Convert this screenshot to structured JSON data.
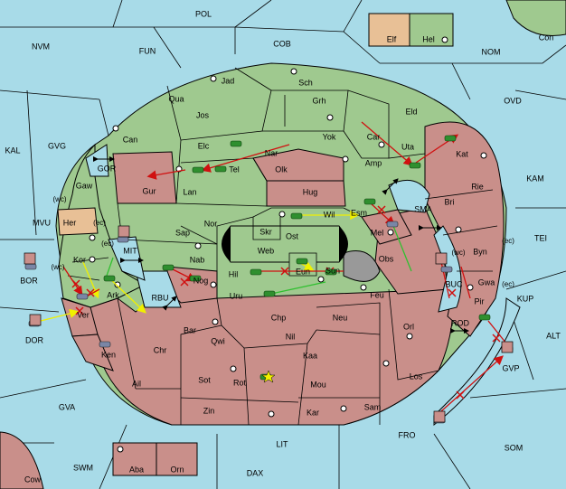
{
  "colors": {
    "sea": "#a8dbe8",
    "neutral": "#9fc98f",
    "red_power": "#c98f8a",
    "tan_power": "#e8c096",
    "supply_center": "#000000",
    "move_red": "#d01010",
    "move_yellow": "#f0f000",
    "move_green": "#30c030"
  },
  "sea_labels": {
    "pol": "POL",
    "nvm": "NVM",
    "fun": "FUN",
    "cob": "COB",
    "nom": "NOM",
    "con": "Con",
    "ovd": "OVD",
    "kal": "KAL",
    "gvg": "GVG",
    "gor": "GOR",
    "kam": "KAM",
    "sma": "SMA",
    "tei": "TEI",
    "mvu": "MVU",
    "mit": "MIT",
    "bor": "BOR",
    "rbu": "RBU",
    "buc": "BUC",
    "kup": "KUP",
    "dor": "DOR",
    "rod": "ROD",
    "alt": "ALT",
    "gvp": "GVP",
    "gva": "GVA",
    "fro": "FRO",
    "som": "SOM",
    "lit": "LIT",
    "swm": "SWM",
    "dax": "DAX",
    "cow": "Cow"
  },
  "land_labels": {
    "elf": "Elf",
    "hel": "Hel",
    "jad": "Jad",
    "sch": "Sch",
    "qua": "Qua",
    "jos": "Jos",
    "grh": "Grh",
    "eld": "Eld",
    "can": "Can",
    "elc": "Elc",
    "nar": "Nar",
    "yok": "Yok",
    "car": "Car",
    "uta": "Uta",
    "kat": "Kat",
    "gaw": "Gaw",
    "tel": "Tel",
    "olk": "Olk",
    "amp": "Amp",
    "gur": "Gur",
    "lan": "Lan",
    "hug": "Hug",
    "rie": "Rie",
    "bri": "Bri",
    "wc1": "(wc)",
    "her": "Her",
    "ec1": "(ec)",
    "nor": "Nor",
    "skr": "Skr",
    "wil": "Wil",
    "esm": "Esm",
    "web": "Web",
    "ost": "Ost",
    "mel": "Mel",
    "sap": "Sap",
    "ec2": "(ec)",
    "kor": "Kor",
    "nab": "Nab",
    "wc2": "(wc)",
    "byn": "Byn",
    "ec3": "(ec)",
    "eun": "Eun",
    "sun": "Sun",
    "obs": "Obs",
    "hil": "Hil",
    "nog": "Nog",
    "wc3": "(wc)",
    "ark": "Ark",
    "gwa": "Gwa",
    "ec4": "(ec)",
    "uru": "Uru",
    "feu": "Feu",
    "pir": "Pir",
    "ver": "Ver",
    "chp": "Chp",
    "neu": "Neu",
    "bar": "Bar",
    "orl": "Orl",
    "qwi": "Qwi",
    "nil": "Nil",
    "ken": "Ken",
    "chr": "Chr",
    "kaa": "Kaa",
    "ail": "Ail",
    "sot": "Sot",
    "rot": "Rot",
    "mou": "Mou",
    "los": "Los",
    "zin": "Zin",
    "kar": "Kar",
    "sam": "Sam",
    "aba": "Aba",
    "orn": "Orn"
  }
}
